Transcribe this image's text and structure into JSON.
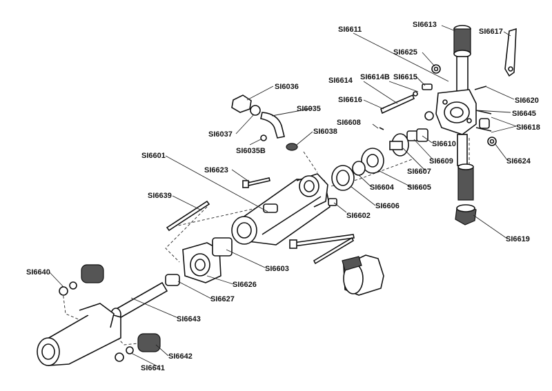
{
  "labels": {
    "l6611": "SI6611",
    "l6613": "SI6613",
    "l6617": "SI6617",
    "l6625": "SI6625",
    "l6614B": "SI6614B",
    "l6614": "SI6614",
    "l6615": "SI6615",
    "l6620": "SI6620",
    "l6645": "SI6645",
    "l6618": "SI6618",
    "l6616": "SI6616",
    "l6036": "SI6036",
    "l6035": "SI6035",
    "l6037": "SI6037",
    "l6035B": "SI6035B",
    "l6038": "SI6038",
    "l6608": "SI6608",
    "l6610": "SI6610",
    "l6609": "SI6609",
    "l6607": "SI6607",
    "l6624": "SI6624",
    "l6601": "SI6601",
    "l6623": "SI6623",
    "l6604": "SI6604",
    "l6605": "SI6605",
    "l6606": "SI6606",
    "l6602": "SI6602",
    "l6639": "SI6639",
    "l6619": "SI6619",
    "l6603": "SI6603",
    "l6626": "SI6626",
    "l6627": "SI6627",
    "l6640": "SI6640",
    "l6643": "SI6643",
    "l6642": "SI6642",
    "l6641": "SI6641"
  }
}
